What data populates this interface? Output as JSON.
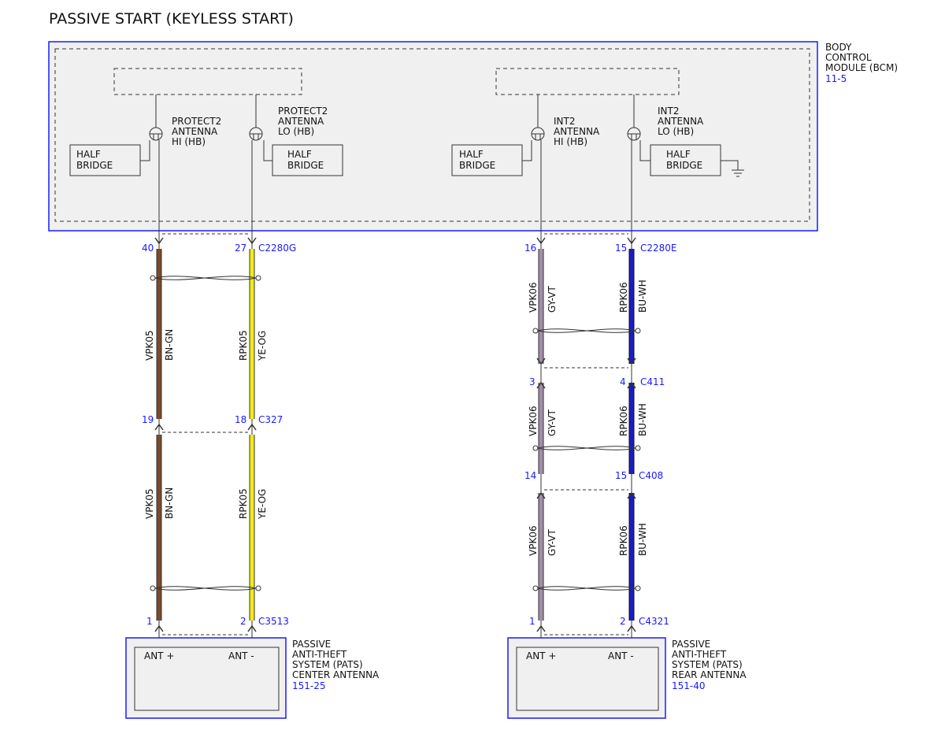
{
  "title": "PASSIVE START (KEYLESS START)",
  "bcm": {
    "label_lines": [
      "BODY",
      "CONTROL",
      "MODULE (BCM)"
    ],
    "ref": "11-5",
    "half_bridge_lines": [
      "HALF",
      "BRIDGE"
    ],
    "pins": [
      {
        "lines": [
          "PROTECT2",
          "ANTENNA",
          "HI (HB)"
        ]
      },
      {
        "lines": [
          "PROTECT2",
          "ANTENNA",
          "LO (HB)"
        ]
      },
      {
        "lines": [
          "INT2",
          "ANTENNA",
          "HI (HB)"
        ]
      },
      {
        "lines": [
          "INT2",
          "ANTENNA",
          "LO (HB)"
        ]
      }
    ]
  },
  "connectors": {
    "c2280g": {
      "name": "C2280G",
      "pins": [
        "40",
        "27"
      ]
    },
    "c327": {
      "name": "C327",
      "pins": [
        "19",
        "18"
      ]
    },
    "c3513": {
      "name": "C3513",
      "pins": [
        "1",
        "2"
      ]
    },
    "c2280e": {
      "name": "C2280E",
      "pins": [
        "16",
        "15"
      ]
    },
    "c411": {
      "name": "C411",
      "pins": [
        "3",
        "4"
      ]
    },
    "c408": {
      "name": "C408",
      "pins": [
        "14",
        "15"
      ]
    },
    "c4321": {
      "name": "C4321",
      "pins": [
        "1",
        "2"
      ]
    }
  },
  "wires": {
    "vpk05": {
      "circuit": "VPK05",
      "color_code": "BN-GN",
      "color": "#7a4a2a"
    },
    "rpk05": {
      "circuit": "RPK05",
      "color_code": "YE-OG",
      "color": "#f2ea1a"
    },
    "vpk06": {
      "circuit": "VPK06",
      "color_code": "GY-VT",
      "color": "#a38fa8"
    },
    "rpk06": {
      "circuit": "RPK06",
      "color_code": "BU-WH",
      "color": "#1c1cc4"
    }
  },
  "antennas": [
    {
      "label_lines": [
        "PASSIVE",
        "ANTI-THEFT",
        "SYSTEM (PATS)",
        "CENTER ANTENNA"
      ],
      "ref": "151-25",
      "pin_pos": "ANT +",
      "pin_neg": "ANT -"
    },
    {
      "label_lines": [
        "PASSIVE",
        "ANTI-THEFT",
        "SYSTEM (PATS)",
        "REAR ANTENNA"
      ],
      "ref": "151-40",
      "pin_pos": "ANT +",
      "pin_neg": "ANT -"
    }
  ],
  "colors": {
    "component_border": "#1a1aff",
    "component_fill": "#f0f0f0",
    "ref_text": "#1a1aff"
  }
}
